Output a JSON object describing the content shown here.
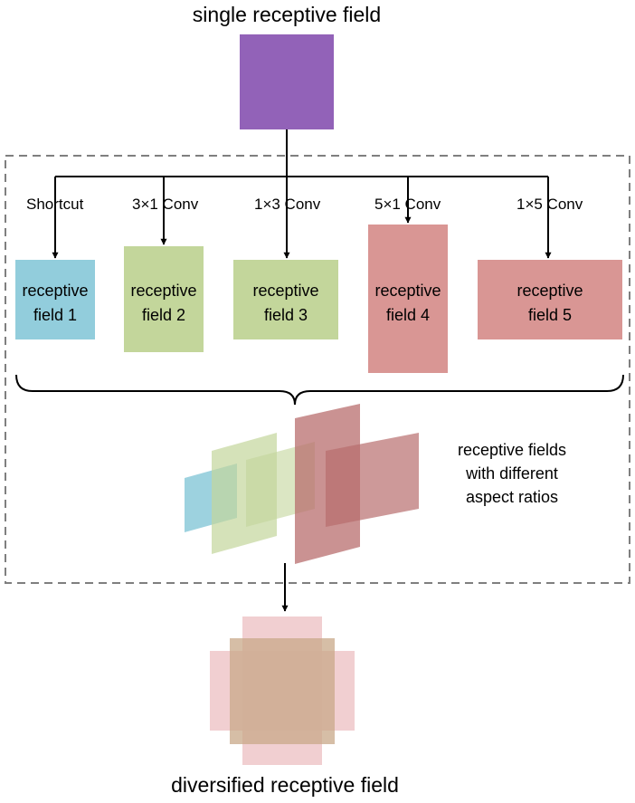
{
  "title_top": "single receptive field",
  "title_bottom": "diversified receptive field",
  "branches": [
    {
      "conv_label": "Shortcut",
      "box_line1": "receptive",
      "box_line2": "field 1",
      "color": "#92cddc"
    },
    {
      "conv_label": "3×1 Conv",
      "box_line1": "receptive",
      "box_line2": "field 2",
      "color": "#c3d69b"
    },
    {
      "conv_label": "1×3 Conv",
      "box_line1": "receptive",
      "box_line2": "field 3",
      "color": "#c3d69b"
    },
    {
      "conv_label": "5×1 Conv",
      "box_line1": "receptive",
      "box_line2": "field 4",
      "color": "#d99694"
    },
    {
      "conv_label": "1×5 Conv",
      "box_line1": "receptive",
      "box_line2": "field 5",
      "color": "#d99694"
    }
  ],
  "annotation": {
    "line1": "receptive fields",
    "line2": "with different",
    "line3": "aspect ratios"
  },
  "colors": {
    "source_field": "#9262b8",
    "dashed_border": "#7f7f7f",
    "combined_core": "#c8a888",
    "combined_arms": "#eec7c9"
  }
}
